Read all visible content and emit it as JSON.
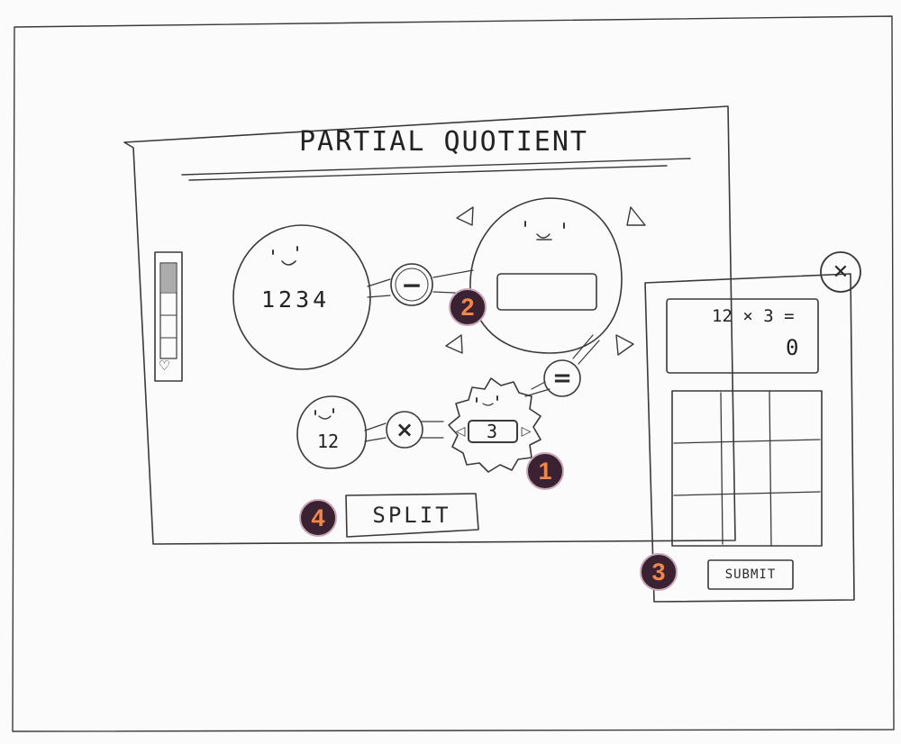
{
  "title": "PARTIAL QUOTIENT",
  "dividend_blob": {
    "value": "1234"
  },
  "divisor_blob": {
    "value": "12"
  },
  "multiplier_stepper": {
    "value": "3"
  },
  "subtract_operator": "−",
  "multiply_operator": "×",
  "equals_operator": "=",
  "split_button": {
    "label": "SPLIT"
  },
  "calculator_panel": {
    "equation": "12 × 3 =",
    "result": "0",
    "close_label": "✕",
    "submit_label": "SUBMIT",
    "keypad_rows": 3,
    "keypad_cols": 3
  },
  "health_meter": {
    "level": 0.3,
    "icon": "heart-icon"
  },
  "markers": [
    "1",
    "2",
    "3",
    "4"
  ],
  "colors": {
    "marker_fill": "#3a2232",
    "marker_text": "#f0874a",
    "marker_border": "#c9a7b9",
    "pencil": "#3a3a3a"
  }
}
